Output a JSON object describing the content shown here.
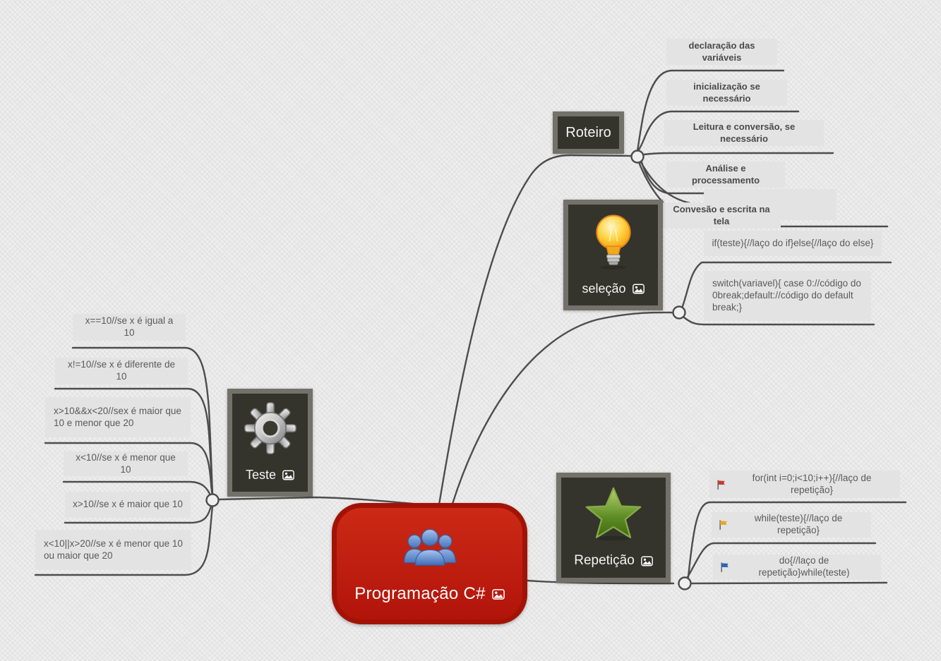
{
  "colors": {
    "line": "#4d4d4d",
    "node_dark": "#34342c",
    "node_frame": "#72726a",
    "root_fill": "#c2200f",
    "root_border": "#a21306",
    "flag_red": "#c23b2e",
    "flag_yellow": "#e8a62a",
    "flag_blue": "#2d62b5"
  },
  "root": {
    "label": "Programação C#",
    "icon": "group-people-icon",
    "badge": "image-icon"
  },
  "branches": [
    {
      "id": "roteiro",
      "label": "Roteiro",
      "children": [
        "declaração das variáveis",
        "inicialização se necessário",
        "Leitura e conversão, se necessário",
        "Análise e processamento",
        "Convesão e escrita na tela"
      ]
    },
    {
      "id": "selecao",
      "label": "seleção",
      "icon": "lightbulb-icon",
      "badge": "image-icon",
      "children": [
        "if(teste){//laço do if}else{//laço do else}",
        "switch(variavel){ case 0://código do 0break;default://código do default break;}"
      ]
    },
    {
      "id": "teste",
      "label": "Teste",
      "icon": "gear-icon",
      "badge": "image-icon",
      "children": [
        "x==10//se x  é igual a 10",
        "x!=10//se x é diferente de 10",
        "x>10&&x<20//sex é maior que 10 e menor que 20",
        "x<10//se x é menor que 10",
        "x>10//se x é maior que 10",
        "x<10||x>20//se x é menor que 10 ou maior que 20"
      ]
    },
    {
      "id": "repeticao",
      "label": "Repetição",
      "icon": "star-icon",
      "badge": "image-icon",
      "children": [
        {
          "flag": "red-flag-icon",
          "label": "for(int i=0;i<10;i++){//laço de repetição}"
        },
        {
          "flag": "yellow-flag-icon",
          "label": "while(teste){//laço de repetição}"
        },
        {
          "flag": "blue-flag-icon",
          "label": "do{//laço de repetição}while(teste)"
        }
      ]
    }
  ],
  "occluded_node": {
    "label": ""
  }
}
